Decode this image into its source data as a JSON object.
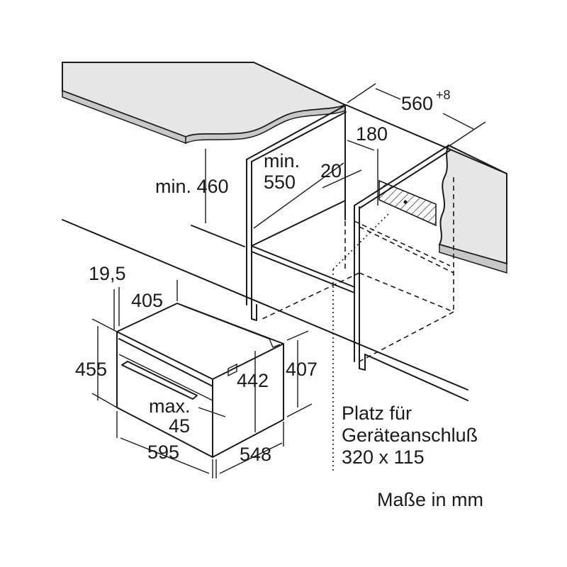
{
  "dimensions": {
    "niche_width": "560",
    "niche_width_tolerance": "+8",
    "connection_offset": "180",
    "min_depth_label": "min.",
    "min_depth_value": "550",
    "gap": "20",
    "min_height": "min. 460",
    "front_offset": "19,5",
    "depth_405": "405",
    "front_height": "455",
    "body_height_442": "442",
    "body_height_407": "407",
    "max_label": "max.",
    "max_value": "45",
    "front_width": "595",
    "body_depth": "548"
  },
  "note": {
    "line1": "Platz für",
    "line2": "Geräteanschluß",
    "line3": "320 x 115"
  },
  "units": "Maße in mm"
}
